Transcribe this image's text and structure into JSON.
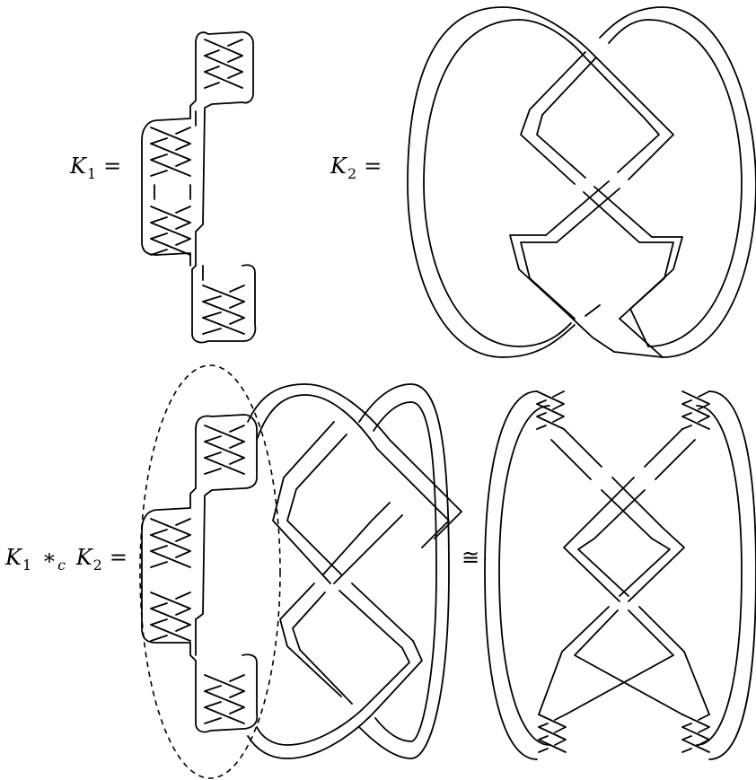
{
  "labels": {
    "k1_base": "K",
    "k1_sub": "1",
    "k2_base": "K",
    "k2_sub": "2",
    "eq": "=",
    "star": "∗",
    "c": "c",
    "cong": "≅"
  },
  "diagrams": [
    {
      "name": "K1",
      "twist_regions": 4,
      "crossings_per_twist": 3
    },
    {
      "name": "K2",
      "twist_regions": 0
    },
    {
      "name": "K1 *c K2",
      "twist_regions": 4,
      "crossings_per_twist": 3
    },
    {
      "name": "equivalent",
      "twist_regions": 4,
      "crossings_per_twist": 2
    }
  ]
}
